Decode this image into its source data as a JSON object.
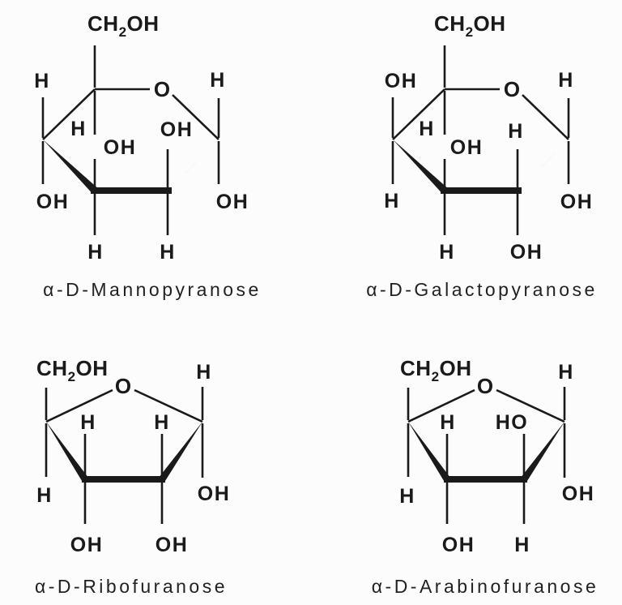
{
  "figure": {
    "background": "#fcfcfc",
    "ink": "#1a1a1a",
    "description": "Haworth projections of four alpha-D sugars"
  },
  "molecules": {
    "mannopyranose": {
      "name": "α-D-Mannopyranose",
      "ring_oxygen": "O",
      "ch2oh": {
        "c": "CH",
        "sub": "2",
        "oh": "OH"
      },
      "substituents": {
        "c5_down": "H",
        "c4_up": "H",
        "c4_down": "OH",
        "c3_up": "OH",
        "c3_down": "H",
        "c2_up": "OH",
        "c2_down": "H",
        "c1_up": "H",
        "c1_down": "OH"
      }
    },
    "galactopyranose": {
      "name": "α-D-Galactopyranose",
      "ring_oxygen": "O",
      "ch2oh": {
        "c": "CH",
        "sub": "2",
        "oh": "OH"
      },
      "substituents": {
        "c5_down": "H",
        "c4_up": "OH",
        "c4_down": "H",
        "c3_up": "OH",
        "c3_down": "H",
        "c2_up": "H",
        "c2_down": "OH",
        "c1_up": "H",
        "c1_down": "OH"
      }
    },
    "ribofuranose": {
      "name": "α-D-Ribofuranose",
      "ring_oxygen": "O",
      "ch2oh": {
        "c": "CH",
        "sub": "2",
        "oh": "OH"
      },
      "substituents": {
        "c4_down": "H",
        "c3_up": "H",
        "c3_down": "OH",
        "c2_up": "H",
        "c2_down": "OH",
        "c1_up": "H",
        "c1_down": "OH"
      }
    },
    "arabinofuranose": {
      "name": "α-D-Arabinofuranose",
      "ring_oxygen": "O",
      "ch2oh": {
        "c": "CH",
        "sub": "2",
        "oh": "OH"
      },
      "substituents": {
        "c4_down": "H",
        "c3_up": "H",
        "c3_down": "OH",
        "c2_up": "HO",
        "c2_down": "H",
        "c1_up": "H",
        "c1_down": "OH"
      }
    }
  }
}
